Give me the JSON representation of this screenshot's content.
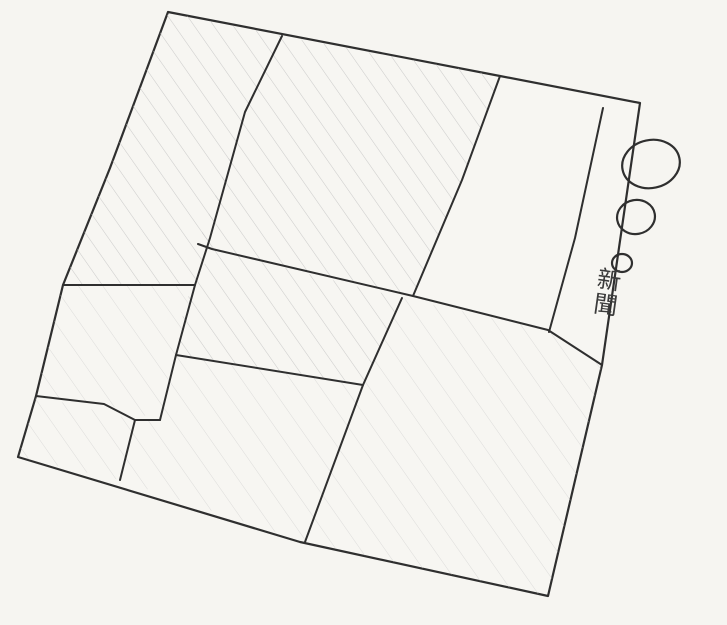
{
  "sketch": {
    "label": "新聞",
    "ink_color": "#3a3a3a",
    "hatch_color": "#b9b9b9",
    "paper_color": "#f6f5f1",
    "circles": [
      "large-circle",
      "medium-circle",
      "small-circle"
    ]
  }
}
